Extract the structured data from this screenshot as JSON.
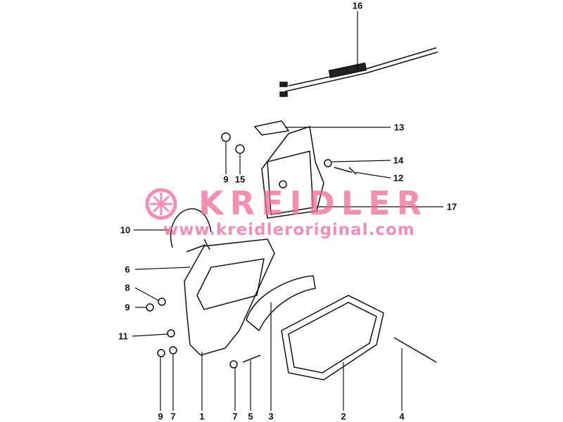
{
  "watermark": {
    "brand": "KREIDLER",
    "url": "www.kreidleroriginal.com",
    "color": "#f06a9a"
  },
  "labels": {
    "p16": "16",
    "p13": "13",
    "p14": "14",
    "p12": "12",
    "p9a": "9",
    "p15": "15",
    "p17": "17",
    "p10": "10",
    "p6": "6",
    "p8": "8",
    "p9b": "9",
    "p11": "11",
    "p9c": "9",
    "p7a": "7",
    "p1": "1",
    "p7b": "7",
    "p5": "5",
    "p3": "3",
    "p2": "2",
    "p4": "4"
  }
}
